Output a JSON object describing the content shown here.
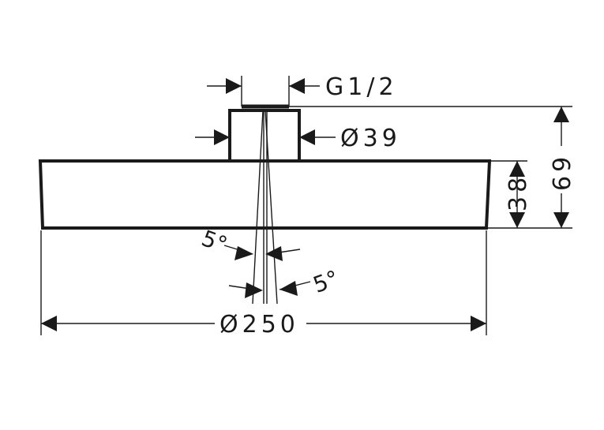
{
  "dimensions": {
    "thread": "G1/2",
    "neck_diameter": "Ø39",
    "head_height": "38",
    "total_height": "69",
    "angle_left": "5°",
    "angle_right": "5°",
    "head_diameter": "Ø250"
  }
}
